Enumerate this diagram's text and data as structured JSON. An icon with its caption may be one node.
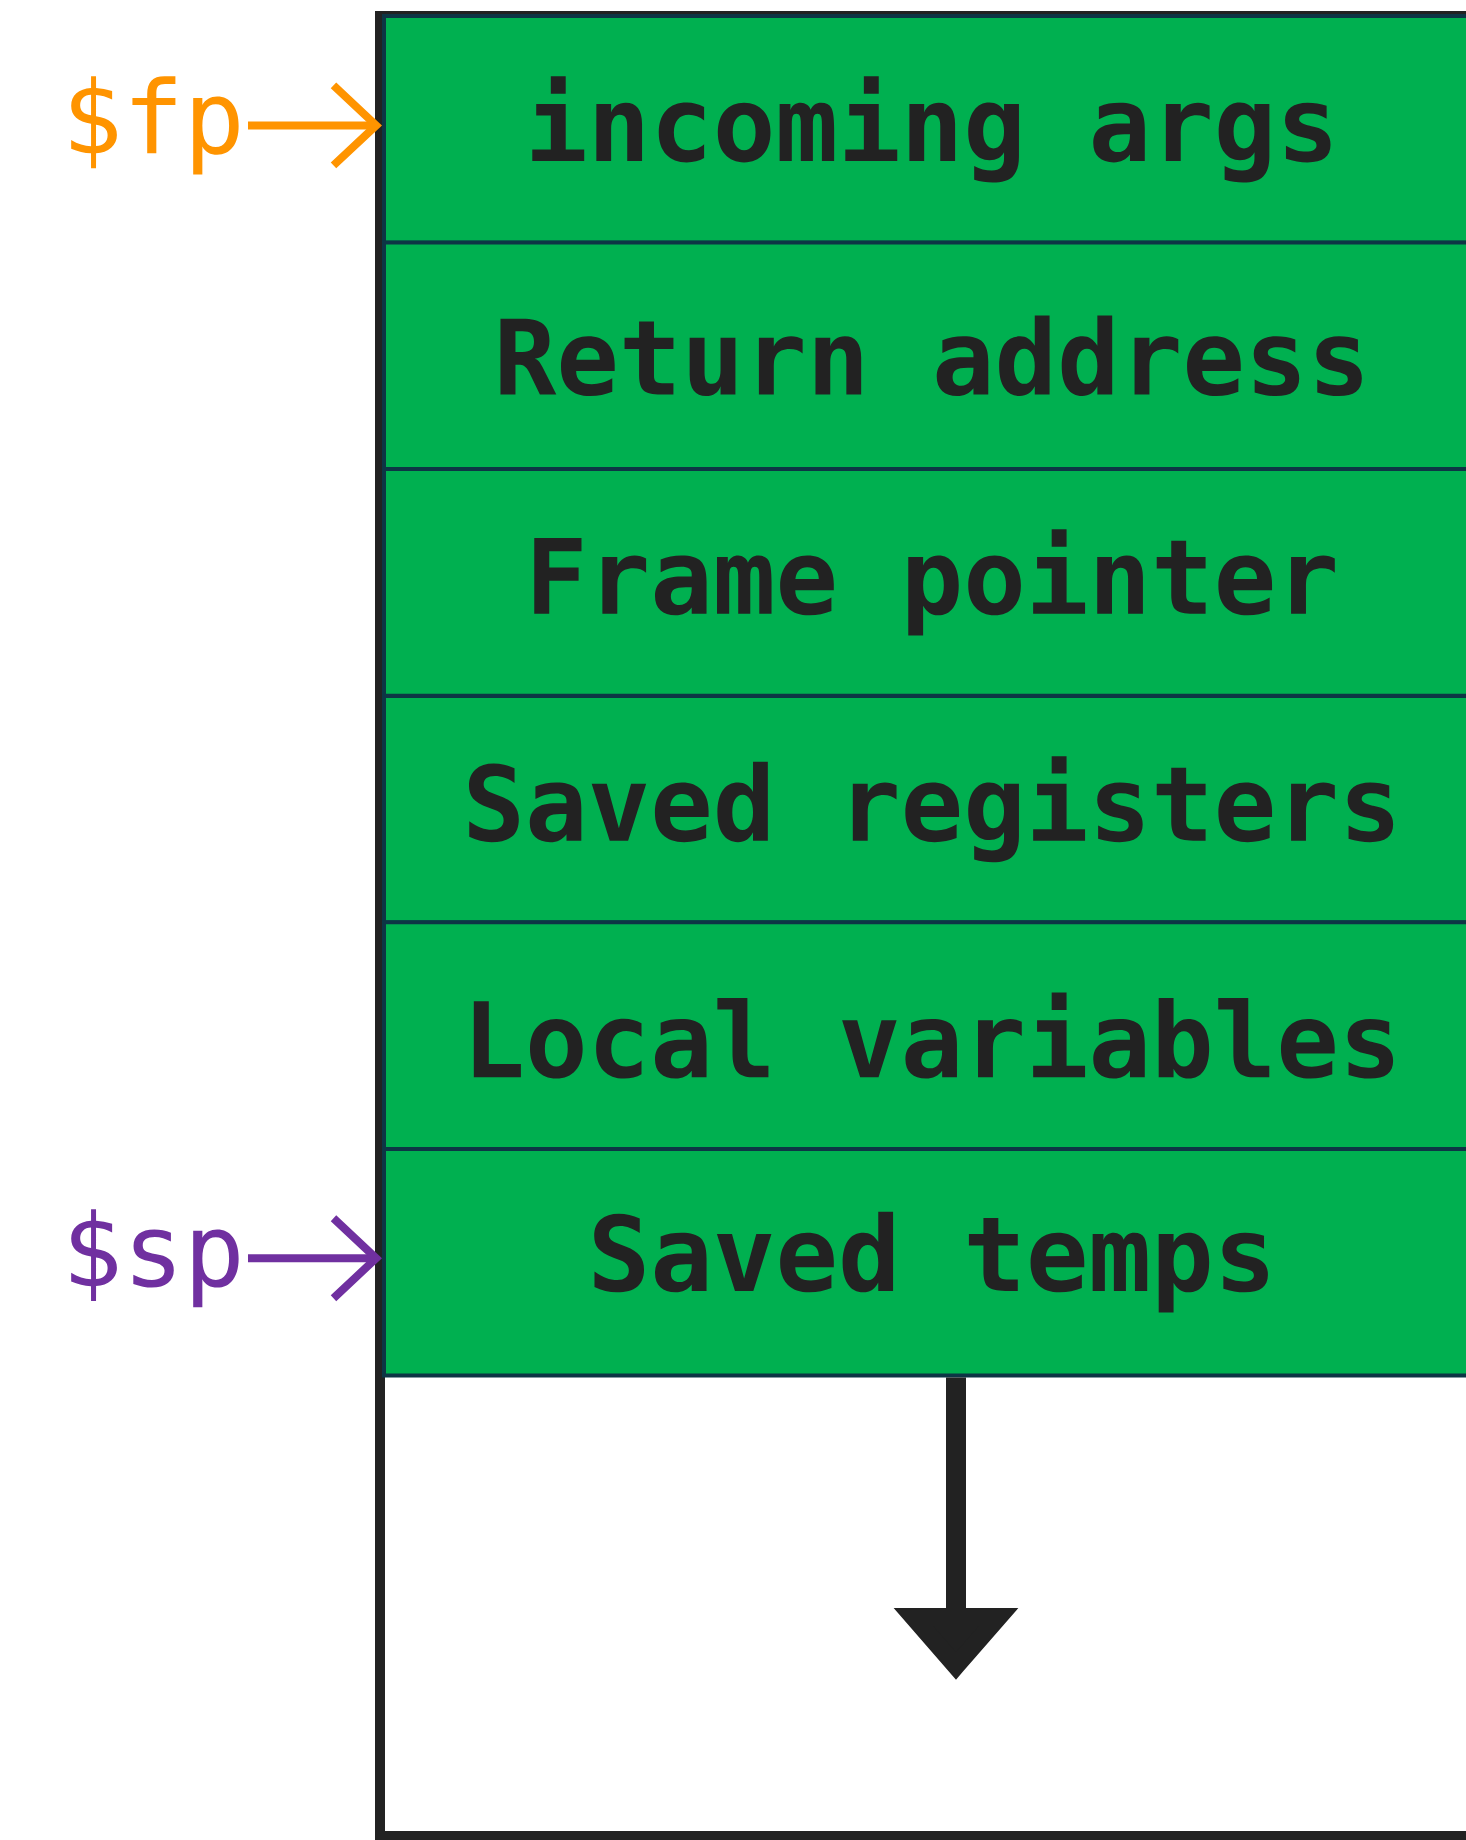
{
  "diagram": {
    "nodes": [
      {
        "text": [],
        "shape": "box"
      },
      {
        "text": [
          "incoming args"
        ],
        "in": 0
      },
      {
        "text": [
          "Return address"
        ],
        "in": 0
      },
      {
        "text": [
          "Frame pointer"
        ],
        "in": 0
      },
      {
        "text": [
          "Saved registers"
        ],
        "in": 0
      },
      {
        "text": [
          "Local variables"
        ],
        "in": 0
      },
      {
        "text": [
          "Saved temps"
        ],
        "in": 0
      },
      {
        "text": [
          "$fp"
        ]
      },
      {
        "text": [
          "$sp"
        ]
      }
    ],
    "edges": [
      {
        "from": 7,
        "to": 1,
        "arrow": "to",
        "color": "#ff9400"
      },
      {
        "from": 8,
        "to": 6,
        "arrow": "to",
        "color": "#7030a0"
      },
      {
        "from": 6,
        "to": null,
        "arrow": "to",
        "style": "thick",
        "color": "#222222"
      }
    ]
  }
}
